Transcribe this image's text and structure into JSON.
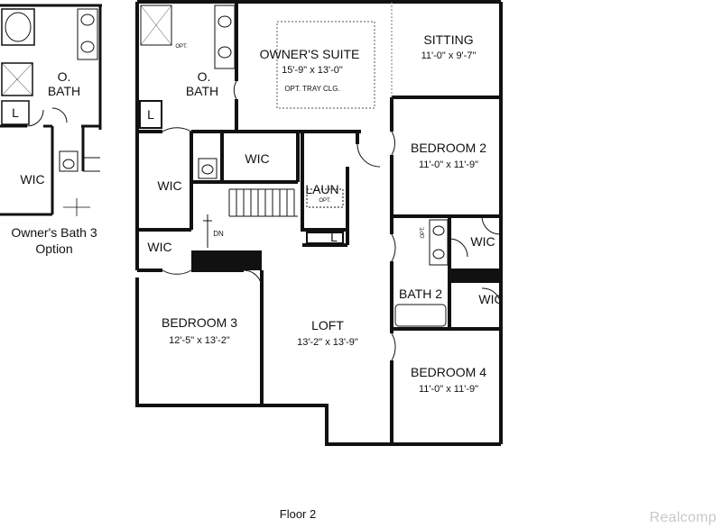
{
  "plan": {
    "caption": "Floor 2",
    "watermark": "Realcomp",
    "option_title_line1": "Owner's Bath 3",
    "option_title_line2": "Option",
    "rooms": {
      "owners_suite": {
        "name": "OWNER'S SUITE",
        "dim": "15'-9\" x 13'-0\"",
        "note": "OPT. TRAY CLG."
      },
      "sitting": {
        "name": "SITTING",
        "dim": "11'-0\" x 9'-7\""
      },
      "o_bath": {
        "name1": "O.",
        "name2": "BATH",
        "opt": "OPT."
      },
      "wic_bath": {
        "name": "WIC"
      },
      "wic_center": {
        "name": "WIC"
      },
      "wic_small": {
        "name": "WIC"
      },
      "wic_bed2": {
        "name": "WIC"
      },
      "wic_bed4": {
        "name": "WIC"
      },
      "laundry": {
        "name": "LAUN",
        "opt": "OPT."
      },
      "linen": {
        "name": "L"
      },
      "bedroom2": {
        "name": "BEDROOM 2",
        "dim": "11'-0\" x 11'-9\""
      },
      "bath2": {
        "name": "BATH 2",
        "opt": "OPT."
      },
      "bedroom3": {
        "name": "BEDROOM 3",
        "dim": "12'-5\" x 13'-2\""
      },
      "loft": {
        "name": "LOFT",
        "dim": "13'-2\" x 13'-9\""
      },
      "bedroom4": {
        "name": "BEDROOM 4",
        "dim": "11'-0\" x 11'-9\""
      },
      "stair": {
        "label": "DN"
      }
    },
    "option_rooms": {
      "o_bath": {
        "name1": "O.",
        "name2": "BATH"
      },
      "wic": {
        "name": "WIC"
      },
      "linen": {
        "name": "L"
      }
    }
  }
}
